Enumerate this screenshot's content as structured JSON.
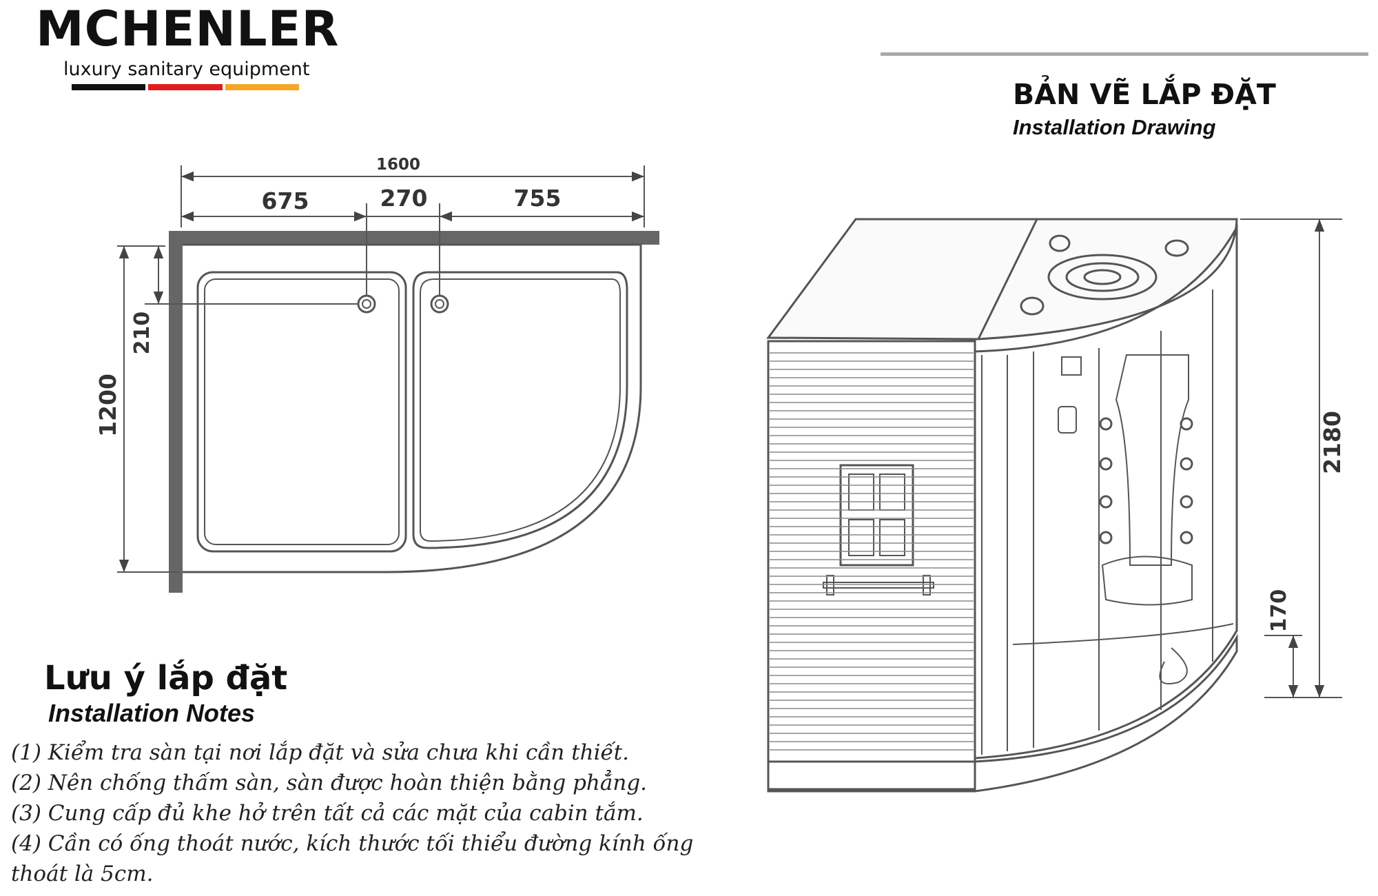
{
  "brand": {
    "name": "MCHENLER",
    "tagline": "luxury sanitary equipment",
    "stripe_colors": [
      "#111111",
      "#e11d1d",
      "#f5a623"
    ]
  },
  "title": {
    "vn": "BẢN VẼ LẮP ĐẶT",
    "en": "Installation Drawing"
  },
  "plan_view": {
    "overall_width": "1600",
    "segment_left": "675",
    "segment_middle": "270",
    "segment_right": "755",
    "depth": "1200",
    "drain_offset": "210"
  },
  "elevation_view": {
    "height": "2180",
    "tray_height": "170"
  },
  "notes": {
    "title_vn": "Lưu ý lắp đặt",
    "title_en": "Installation Notes",
    "items": [
      "(1) Kiểm tra sàn tại nơi lắp đặt và sửa chưa khi cần thiết.",
      "(2) Nên chống thấm sàn, sàn được hoàn thiện bằng phẳng.",
      "(3) Cung cấp đủ khe hở trên tất cả các mặt của cabin tắm.",
      "(4) Cần có ống thoát nước, kích thước tối thiểu đường kính ống thoát là 5cm."
    ]
  },
  "colors": {
    "line": "#555555",
    "wall": "#666666",
    "title_rule": "#a8a8a8"
  }
}
